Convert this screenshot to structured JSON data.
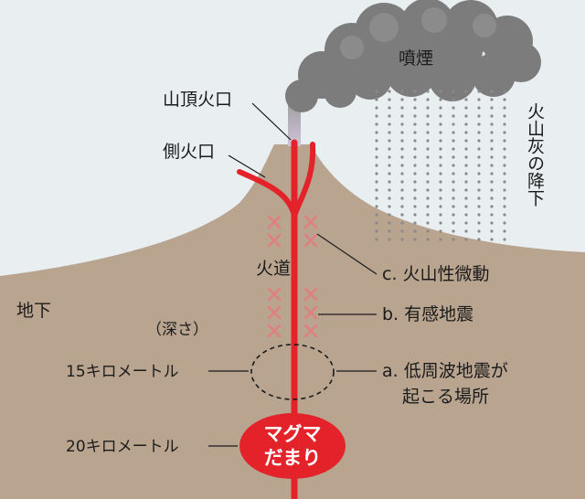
{
  "labels": {
    "plume": "噴煙",
    "summit_crater": "山頂火口",
    "side_crater": "側火口",
    "ash_fall": "火山灰の降下",
    "conduit": "火道",
    "underground": "地下",
    "depth": "（深さ）",
    "depth_15": "15キロメートル",
    "depth_20": "20キロメートル",
    "tremor": "c. 火山性微動",
    "felt_quake": "b. 有感地震",
    "low_freq_line1": "a. 低周波地震が",
    "low_freq_line2": "起こる場所",
    "magma_line1": "マグマ",
    "magma_line2": "だまり"
  },
  "colors": {
    "sky": "#e9eef0",
    "ground": "#b8a48f",
    "conduit": "#e32329",
    "smoke": "#7c7c7c",
    "quake_marks": "#e07f82",
    "ash_dots": "#8a8a8a"
  }
}
